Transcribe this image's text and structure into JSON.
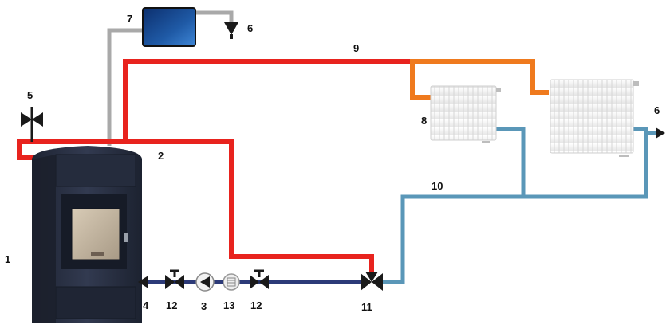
{
  "labels": {
    "boiler": "1",
    "supply_line": "2",
    "pump": "3",
    "return_outlet": "4",
    "safety_valve": "5",
    "drain_top": "6",
    "drain_right": "6",
    "expansion_tank": "7",
    "radiator": "8",
    "supply_pipe": "9",
    "return_pipe": "10",
    "mixing_valve": "11",
    "valve_left": "12",
    "valve_right": "12",
    "filter": "13"
  },
  "colors": {
    "hot_pipe": "#e8231e",
    "warm_pipe": "#ef7a1e",
    "cold_pipe": "#5a97b8",
    "return_pipe_dark": "#2c3a78",
    "vent_pipe": "#a9a9a9",
    "stove_body": "#2b3244",
    "tank": "#1f5aa6"
  }
}
